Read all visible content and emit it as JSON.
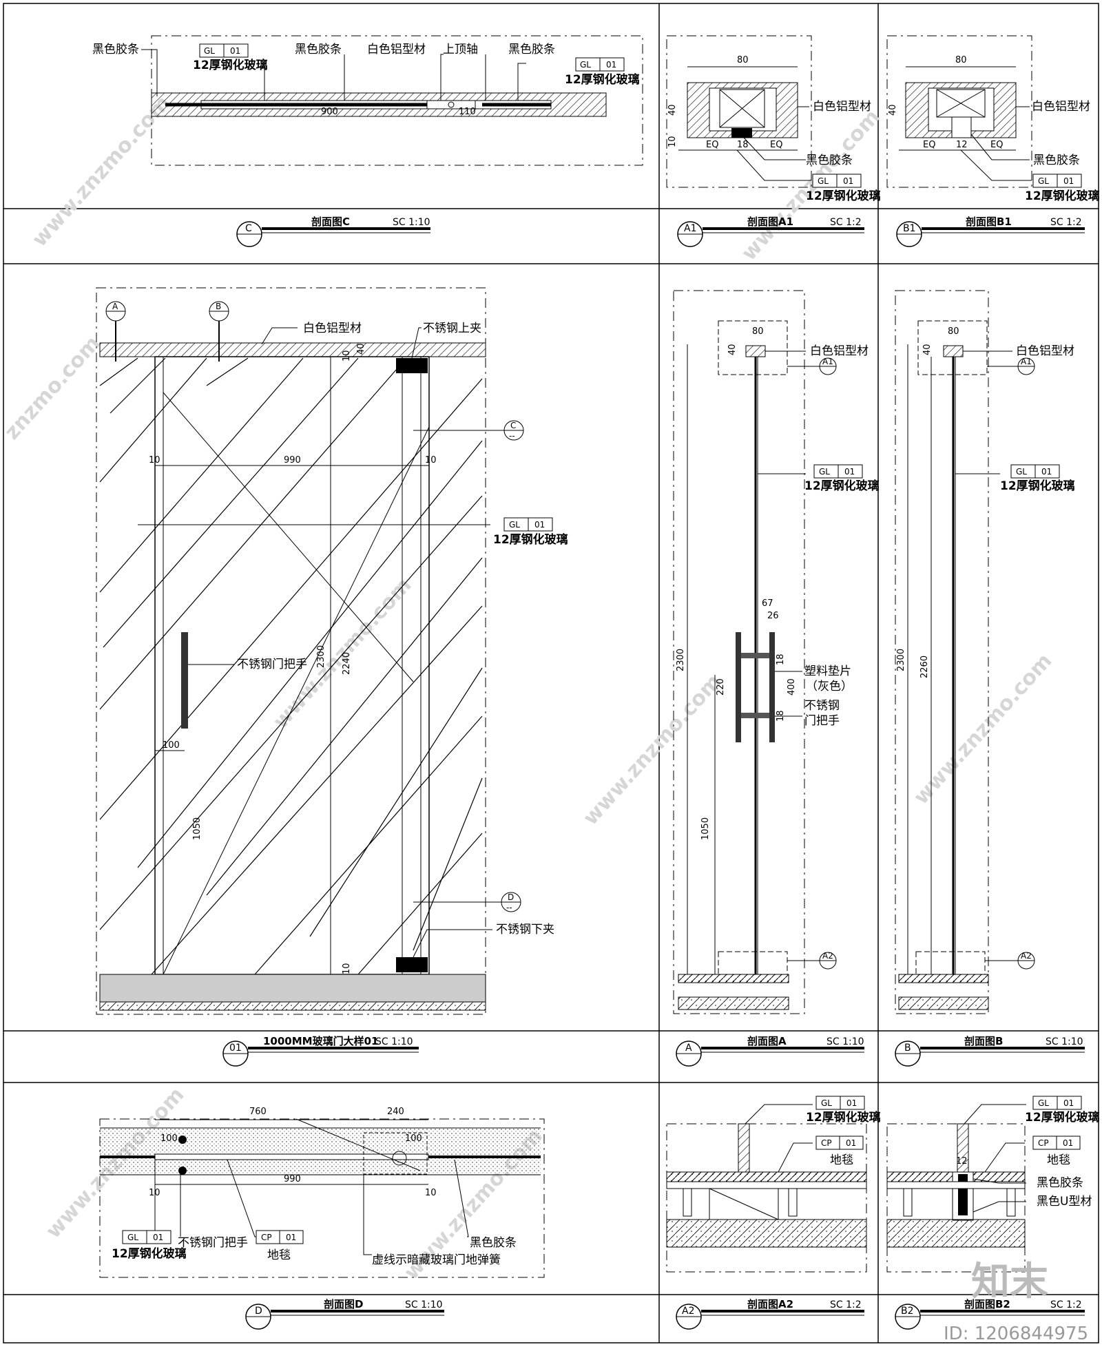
{
  "tags": {
    "gl_code": "GL",
    "gl_num": "01",
    "cp_code": "CP",
    "cp_num": "01"
  },
  "materials": {
    "black_strip": "黑色胶条",
    "glass_12": "12厚钢化玻璃",
    "white_alu": "白色铝型材",
    "top_pivot": "上顶轴",
    "ss_top_clip": "不锈钢上夹",
    "ss_bottom_clip": "不锈钢下夹",
    "ss_handle": "不锈钢门把手",
    "ss_handle_l1": "不锈钢",
    "ss_handle_l2": "门把手",
    "plastic_pad_l1": "塑料垫片",
    "plastic_pad_l2": "（灰色）",
    "carpet": "地毯",
    "floor_spring": "虚线示暗藏玻璃门地弹簧",
    "black_u": "黑色U型材"
  },
  "panels": {
    "C": {
      "mark": "C",
      "title": "剖面图C",
      "scale": "SC 1:10"
    },
    "A1": {
      "mark": "A1",
      "title": "剖面图A1",
      "scale": "SC 1:2"
    },
    "B1": {
      "mark": "B1",
      "title": "剖面图B1",
      "scale": "SC 1:2"
    },
    "E01": {
      "mark": "01",
      "title": "1000MM玻璃门大样01",
      "scale": "SC 1:10"
    },
    "A": {
      "mark": "A",
      "title": "剖面图A",
      "scale": "SC 1:10"
    },
    "B": {
      "mark": "B",
      "title": "剖面图B",
      "scale": "SC 1:10"
    },
    "D": {
      "mark": "D",
      "title": "剖面图D",
      "scale": "SC 1:10"
    },
    "A2": {
      "mark": "A2",
      "title": "剖面图A2",
      "scale": "SC 1:2"
    },
    "B2": {
      "mark": "B2",
      "title": "剖面图B2",
      "scale": "SC 1:2"
    }
  },
  "markers": {
    "a": "A",
    "b": "B",
    "c": "C",
    "d": "D",
    "a1": "A1",
    "a2": "A2",
    "dash": "--"
  },
  "dims": {
    "c_900": "900",
    "c_110": "110",
    "a1_80": "80",
    "a1_40": "40",
    "a1_10": "10",
    "eq": "EQ",
    "a1_18": "18",
    "b1_12": "12",
    "e_10": "10",
    "e_990": "990",
    "e_2300": "2300",
    "e_2240": "2240",
    "e_40": "40",
    "e_100": "100",
    "e_1050": "1050",
    "a_80": "80",
    "a_40": "40",
    "a_67": "67",
    "a_26": "26",
    "a_18": "18",
    "a_220": "220",
    "a_400": "400",
    "a_2300": "2300",
    "a_1050": "1050",
    "b_2260": "2260",
    "d_760": "760",
    "d_240": "240",
    "d_100": "100",
    "d_990": "990",
    "d_10": "10",
    "b2_12": "12"
  },
  "watermark": {
    "brand": "知末",
    "id": "ID: 1206844975",
    "url": "www.znzmo.com",
    "site": "znzmo.com"
  }
}
